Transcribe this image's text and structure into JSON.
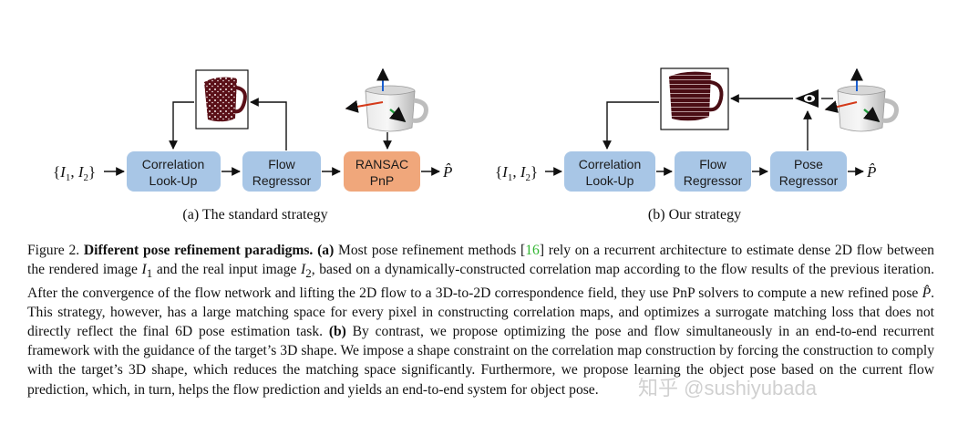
{
  "diagram_a": {
    "input_label": "{I1, I2}",
    "correlation": [
      "Correlation",
      "Look-Up"
    ],
    "flow": [
      "Flow",
      "Regressor"
    ],
    "ransac": [
      "RANSAC",
      "PnP"
    ],
    "output": "P̂",
    "caption": "(a) The standard strategy"
  },
  "diagram_b": {
    "input_label": "{I1, I2}",
    "correlation": [
      "Correlation",
      "Look-Up"
    ],
    "flow": [
      "Flow",
      "Regressor"
    ],
    "pose": [
      "Pose",
      "Regressor"
    ],
    "output": "P̂",
    "caption": "(b) Our strategy"
  },
  "colors": {
    "blue_box": "#a8c6e6",
    "orange_box": "#f0a77b",
    "cite": "#2fb52f",
    "mug_pattern": "#5a1018",
    "axis_up": "#1a5fd0",
    "axis_left": "#d43a1a",
    "axis_diag": "#1f9a3a"
  },
  "caption": {
    "figure_label": "Figure 2.",
    "title": "Different pose refinement paradigms.",
    "part_a": "(a)",
    "s1": "Most pose refinement methods [",
    "cite": "16",
    "s2": "] rely on a recurrent architecture to estimate dense 2D flow between the rendered image ",
    "i1": "I",
    "i1_sub": "1",
    "s3": " and the real input image ",
    "i2": "I",
    "i2_sub": "2",
    "s4": ", based on a dynamically-constructed correlation map according to the flow results of the previous iteration. After the convergence of the flow network and lifting the 2D flow to a 3D-to-2D correspondence field, they use PnP solvers to compute a new refined pose ",
    "p_hat": "P̂",
    "s5": ". This strategy, however, has a large matching space for every pixel in constructing correlation maps, and optimizes a surrogate matching loss that does not directly reflect the final 6D pose estimation task. ",
    "part_b": "(b)",
    "s6": " By contrast, we propose optimizing the pose and flow simultaneously in an end-to-end recurrent framework with the guidance of the target’s 3D shape. We impose a shape constraint on the correlation map construction by forcing the construction to comply with the target’s 3D shape, which reduces the matching space significantly. Furthermore, we propose learning the object pose based on the current flow prediction, which, in turn, helps the flow prediction and yields an end-to-end system for object pose."
  },
  "watermark": {
    "text": "知乎 @sushiyubada"
  }
}
